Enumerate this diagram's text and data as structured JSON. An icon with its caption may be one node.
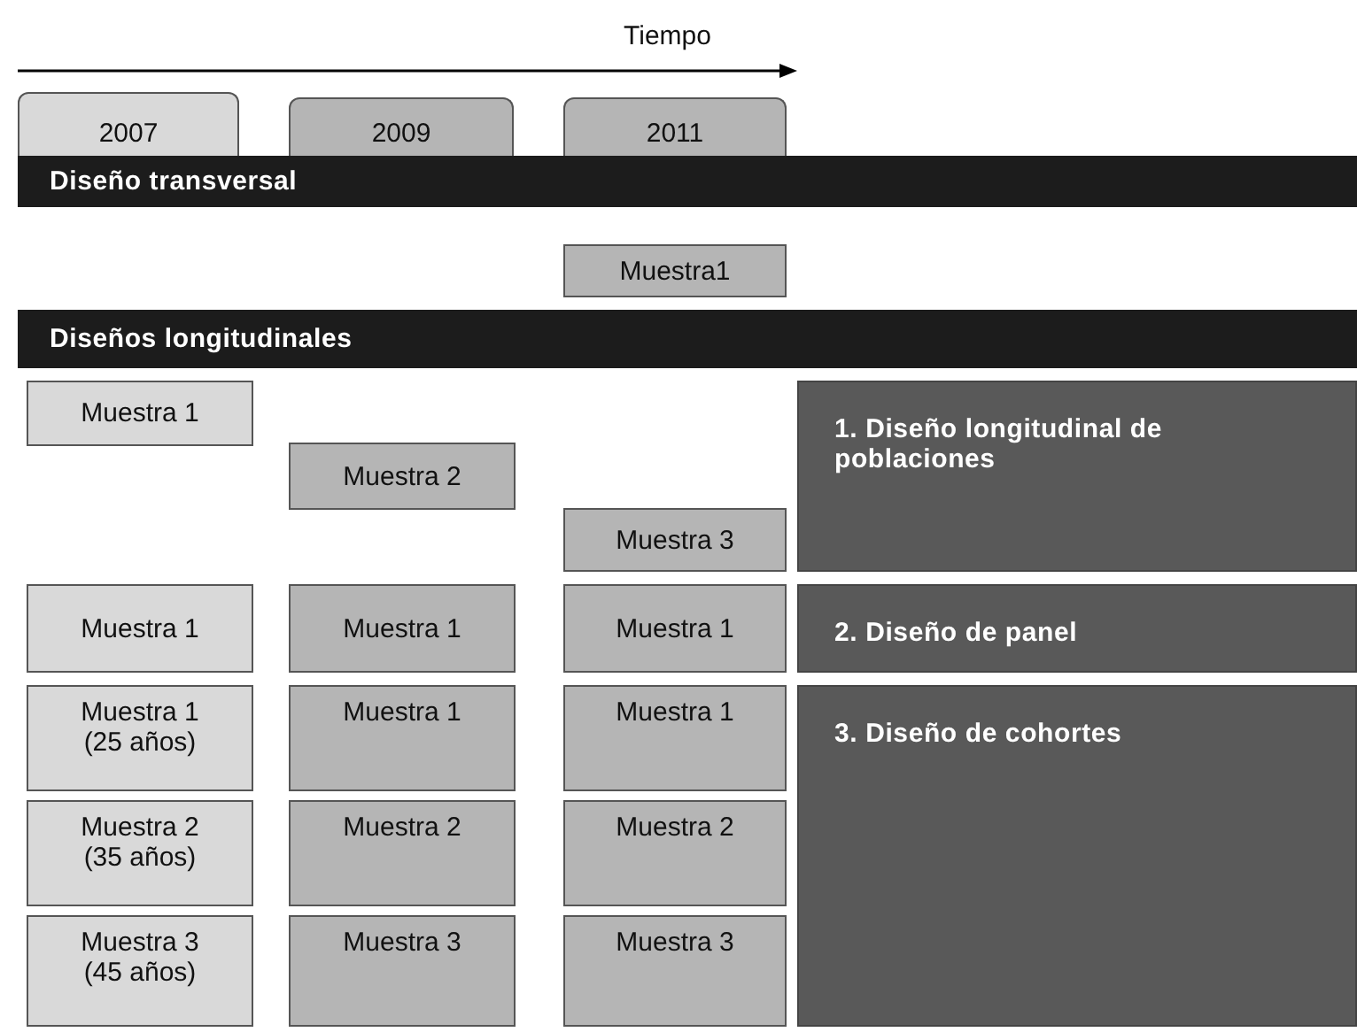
{
  "diagram": {
    "nodes": [
      {
        "text": [
          "2007"
        ]
      },
      {
        "text": [
          "2009"
        ]
      },
      {
        "text": [
          "2011"
        ]
      },
      {
        "text": [
          "Diseño transversal"
        ]
      },
      {
        "text": [
          "Muestra1"
        ]
      },
      {
        "text": [
          "Diseños longitudinales"
        ]
      },
      {
        "text": [
          "Muestra 1"
        ]
      },
      {
        "text": [
          "1. Diseño longitudinal de poblaciones"
        ]
      },
      {
        "text": [
          "Muestra 2"
        ]
      },
      {
        "text": [
          "Muestra 3"
        ]
      },
      {
        "text": [
          "Muestra 1"
        ]
      },
      {
        "text": [
          "Muestra 1"
        ]
      },
      {
        "text": [
          "Muestra 1"
        ]
      },
      {
        "text": [
          "2. Diseño de panel"
        ]
      },
      {
        "text": [
          "Muestra 1 (25 años)"
        ]
      },
      {
        "text": [
          "Muestra 1"
        ]
      },
      {
        "text": [
          "Muestra 1"
        ]
      },
      {
        "text": [
          "3. Diseño de cohortes"
        ]
      },
      {
        "text": [
          "Muestra 2 (35 años)"
        ]
      },
      {
        "text": [
          "Muestra 2"
        ]
      },
      {
        "text": [
          "Muestra 2"
        ]
      },
      {
        "text": [
          "Muestra 3 (45 años)"
        ]
      },
      {
        "text": [
          "Muestra 3"
        ]
      },
      {
        "text": [
          "Muestra 3"
        ]
      }
    ],
    "labels": [
      "Tiempo"
    ]
  }
}
